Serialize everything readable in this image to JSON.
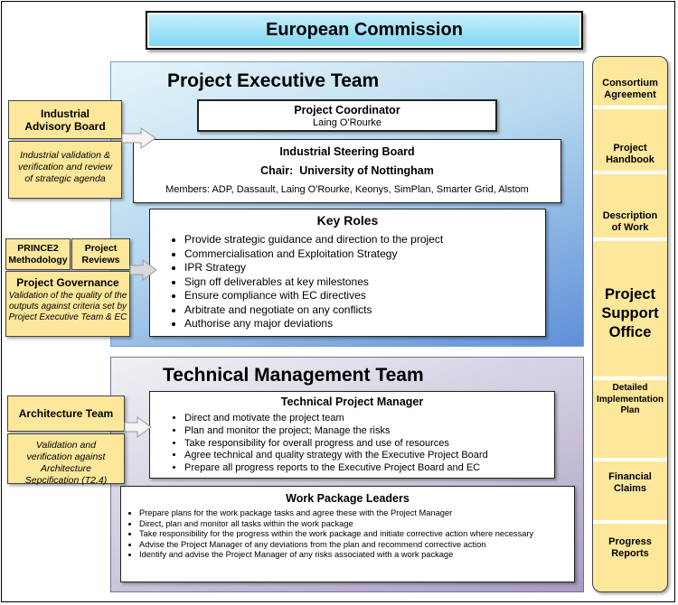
{
  "ec": {
    "title": "European Commission"
  },
  "pet": {
    "title": "Project Executive Team",
    "coordinator": {
      "title": "Project Coordinator",
      "name": "Laing O'Rourke"
    },
    "steering": {
      "title": "Industrial Steering Board",
      "chair": "Chair:  University of Nottingham",
      "members": "Members: ADP, Dassault, Laing O'Rourke, Keonys, SimPlan, Smarter Grid, Alstom"
    },
    "key_roles": {
      "title": "Key Roles",
      "items": [
        "Provide strategic guidance and direction to the project",
        "Commercialisation and Exploitation Strategy",
        "IPR Strategy",
        "Sign off deliverables at key milestones",
        "Ensure compliance with EC directives",
        "Arbitrate and negotiate on any conflicts",
        "Authorise any major deviations"
      ]
    }
  },
  "industrial_advisory": {
    "title": "Industrial Advisory Board",
    "desc": "Industrial validation & verification and review of strategic agenda"
  },
  "governance": {
    "prince2": "PRINCE2 Methodology",
    "reviews": "Project Reviews",
    "title": "Project Governance",
    "desc": "Validation of the quality of the outputs against criteria set by Project Executive Team & EC"
  },
  "tmt": {
    "title": "Technical Management Team",
    "tpm": {
      "title": "Technical Project Manager",
      "items": [
        "Direct and motivate the project team",
        "Plan and monitor the project; Manage the risks",
        "Take responsibility for overall progress and use of resources",
        "Agree technical and quality strategy with the Executive Project Board",
        "Prepare all progress reports to the Executive Project Board and EC"
      ]
    },
    "wpl": {
      "title": "Work Package Leaders",
      "items": [
        "Prepare plans for the work package tasks and agree these with the Project Manager",
        "Direct, plan and monitor all tasks within the work package",
        "Take responsibility for the progress within the work package and initiate corrective action where necessary",
        "Advise the Project Manager of any deviations from the plan and recommend corrective action",
        "Identify and advise the Project Manager of any risks associated with a work package"
      ]
    }
  },
  "architecture": {
    "title": "Architecture Team",
    "desc": "Validation and verification against Architecture Sepcification (T2.4)"
  },
  "pso": {
    "items": [
      "Consortium Agreement",
      "Project Handbook",
      "Description of Work",
      "Project Support Office",
      "Detailed Implementation Plan",
      "Financial Claims",
      "Progress Reports"
    ]
  }
}
